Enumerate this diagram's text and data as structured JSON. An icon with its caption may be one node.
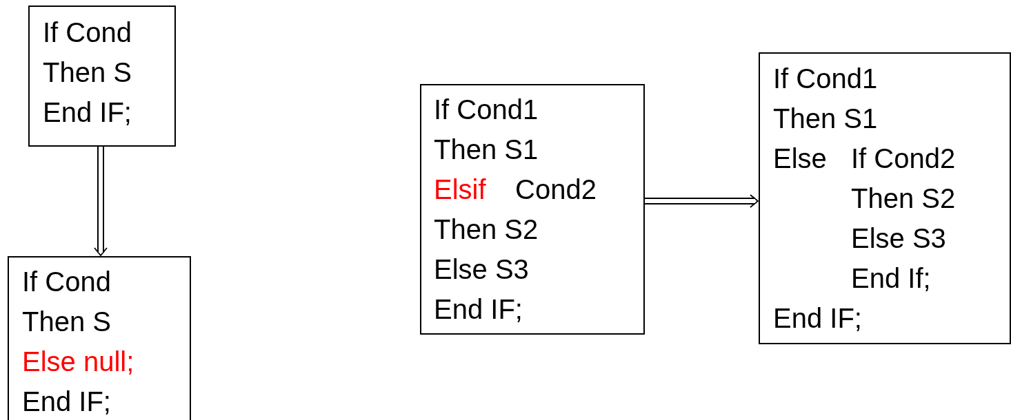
{
  "diagram": {
    "nodes": [
      {
        "text": [
          "If Cond",
          "Then S",
          "End IF;"
        ]
      },
      {
        "text": [
          "If Cond",
          "Then S",
          "Else null;",
          "End IF;"
        ]
      },
      {
        "text": [
          "If Cond1",
          "Then S1",
          "Elsif",
          "Cond2",
          "Then S2",
          "Else S3",
          "End IF;"
        ]
      },
      {
        "text": [
          "If Cond1",
          "Then S1",
          "Else",
          "If Cond2",
          "Then S2",
          "Else S3",
          "End If;",
          "End IF;"
        ]
      }
    ],
    "edges": [
      {
        "from": 0,
        "to": 1,
        "arrow": "to"
      },
      {
        "from": 2,
        "to": 3,
        "arrow": "to"
      }
    ]
  }
}
